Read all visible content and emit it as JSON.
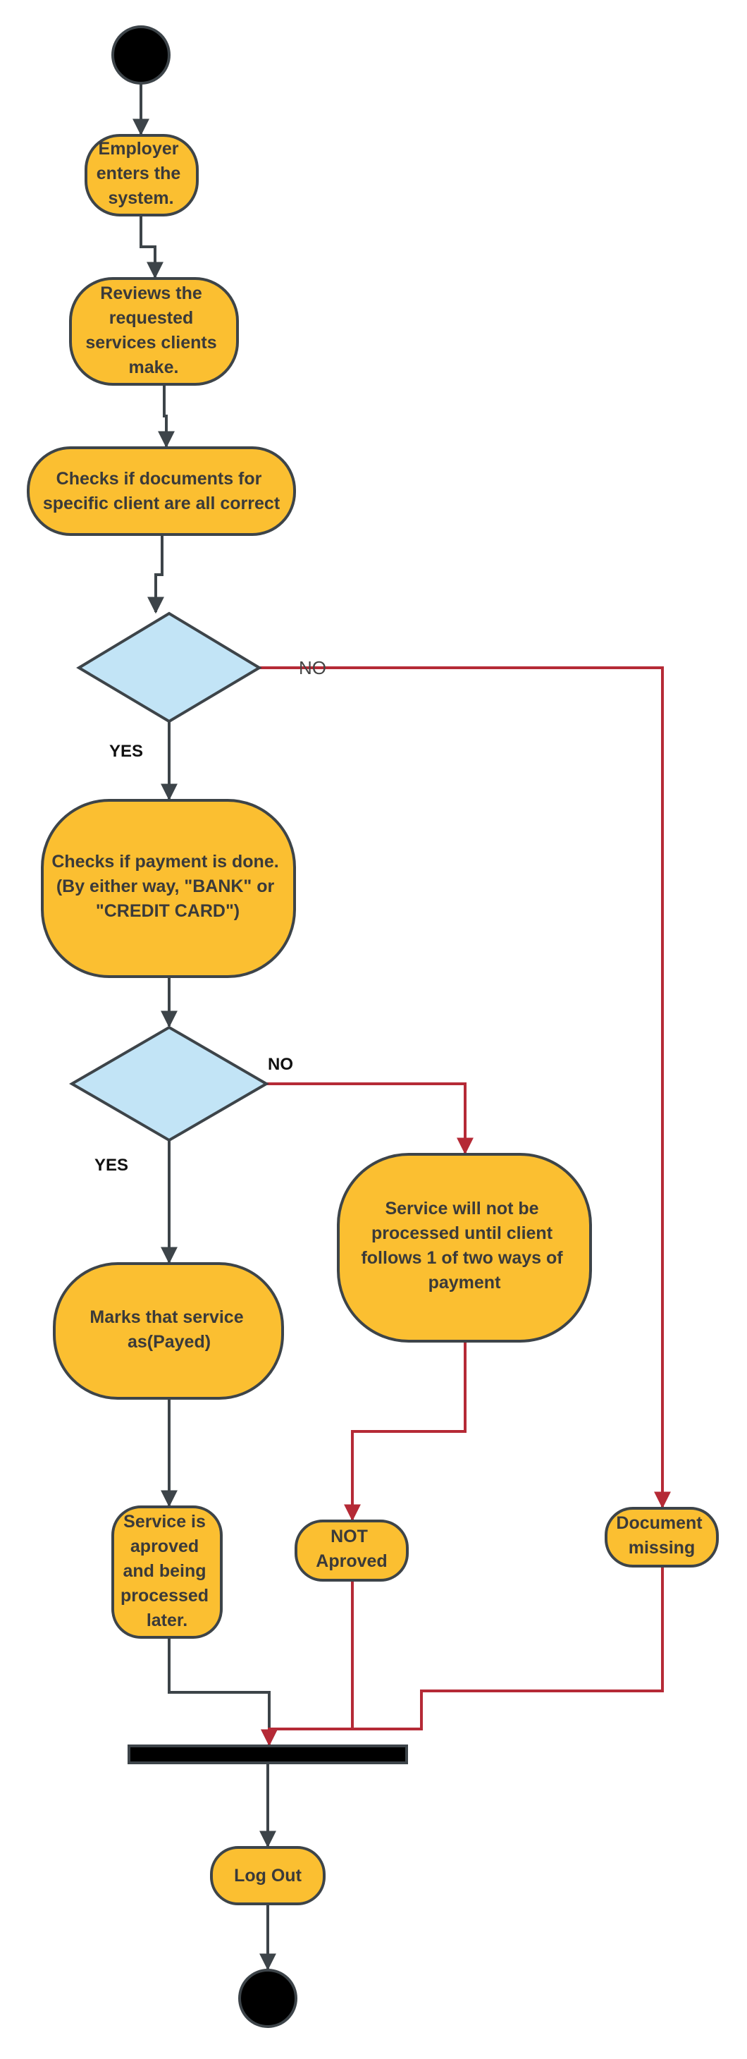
{
  "colors": {
    "action_fill": "#fbbf31",
    "decision_fill": "#c2e4f6",
    "outline": "#3d4449",
    "no_branch_line": "#b52a36",
    "terminal": "#000000"
  },
  "nodes": {
    "employer_enters": [
      "Employer",
      "enters the",
      "system."
    ],
    "reviews_services": [
      "Reviews the",
      "requested",
      "services clients",
      "make."
    ],
    "checks_documents": [
      "Checks if documents for",
      "specific client are all correct"
    ],
    "checks_payment": [
      "Checks if payment is done.",
      "(By either way, \"BANK\" or",
      "\"CREDIT CARD\")"
    ],
    "service_not_processed": [
      "Service will not be",
      "processed until client",
      "follows 1 of two ways of",
      "payment"
    ],
    "marks_service": [
      "Marks that service",
      "as(Payed)"
    ],
    "service_approved": [
      "Service is",
      "aproved",
      "and being",
      "processed",
      "later."
    ],
    "not_approved": [
      "NOT",
      "Aproved"
    ],
    "document_missing": [
      "Document",
      "missing"
    ],
    "log_out": [
      "Log Out"
    ]
  },
  "labels": {
    "decision1_no": "NO",
    "decision1_yes": "YES",
    "decision2_no": "NO",
    "decision2_yes": "YES"
  }
}
